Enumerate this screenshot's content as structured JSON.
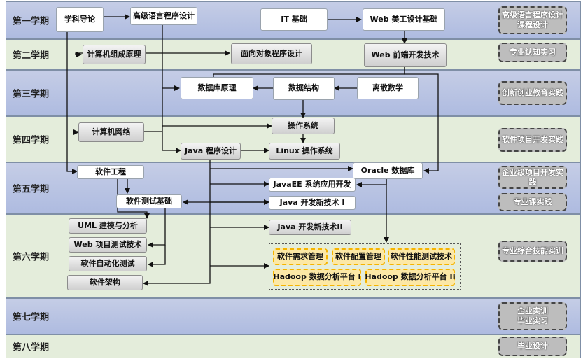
{
  "semesters": [
    "第一学期",
    "第二学期",
    "第三学期",
    "第四学期",
    "第五学期",
    "第六学期",
    "第七学期",
    "第八学期"
  ],
  "courses": {
    "xueke": "学科导论",
    "gaoji": "高级语言程序设计",
    "it": "IT 基础",
    "webmg": "Web 美工设计基础",
    "jsjzc": "计算机组成原理",
    "mxdx": "面向对象程序设计",
    "webqd": "Web 前端开发技术",
    "sjk": "数据库原理",
    "sjjg": "数据结构",
    "lssx": "离散数学",
    "czxt": "操作系统",
    "jsjwl": "计算机网络",
    "java": "Java 程序设计",
    "linux": "Linux 操作系统",
    "rjgc": "软件工程",
    "oracle": "Oracle 数据库",
    "javaee": "JavaEE 系统应用开发",
    "javaxj1": "Java 开发新技术 I",
    "rjcs": "软件测试基础",
    "uml": "UML 建模与分析",
    "javaxj2": "Java 开发新技术II",
    "webcs": "Web 项目测试技术",
    "zdh": "软件自动化测试",
    "rjjg": "软件架构"
  },
  "electives": {
    "xqgl": "软件需求管理",
    "pzgl": "软件配置管理",
    "xncs": "软件性能测试技术",
    "hadoop1": "Hadoop 数据分析平台 I",
    "hadoop2": "Hadoop 数据分析平台 II"
  },
  "practice": {
    "p1": "高级语言程序设计\n课程设计",
    "p2": "专业认知实习",
    "p3": "创新创业教育实践",
    "p4": "软件项目开发实践",
    "p5a": "企业级项目开发实\n践",
    "p5b": "专业课实践",
    "p6": "专业综合技能实训",
    "p7": "企业实训\n毕业实习",
    "p8": "毕业设计"
  },
  "colors": {
    "band_blue": "#b4c0e3",
    "band_green": "#e4eddb",
    "elective_fill": "#fce8a6",
    "elective_border": "#f5b400",
    "practice_fill": "#bdbdbd"
  }
}
